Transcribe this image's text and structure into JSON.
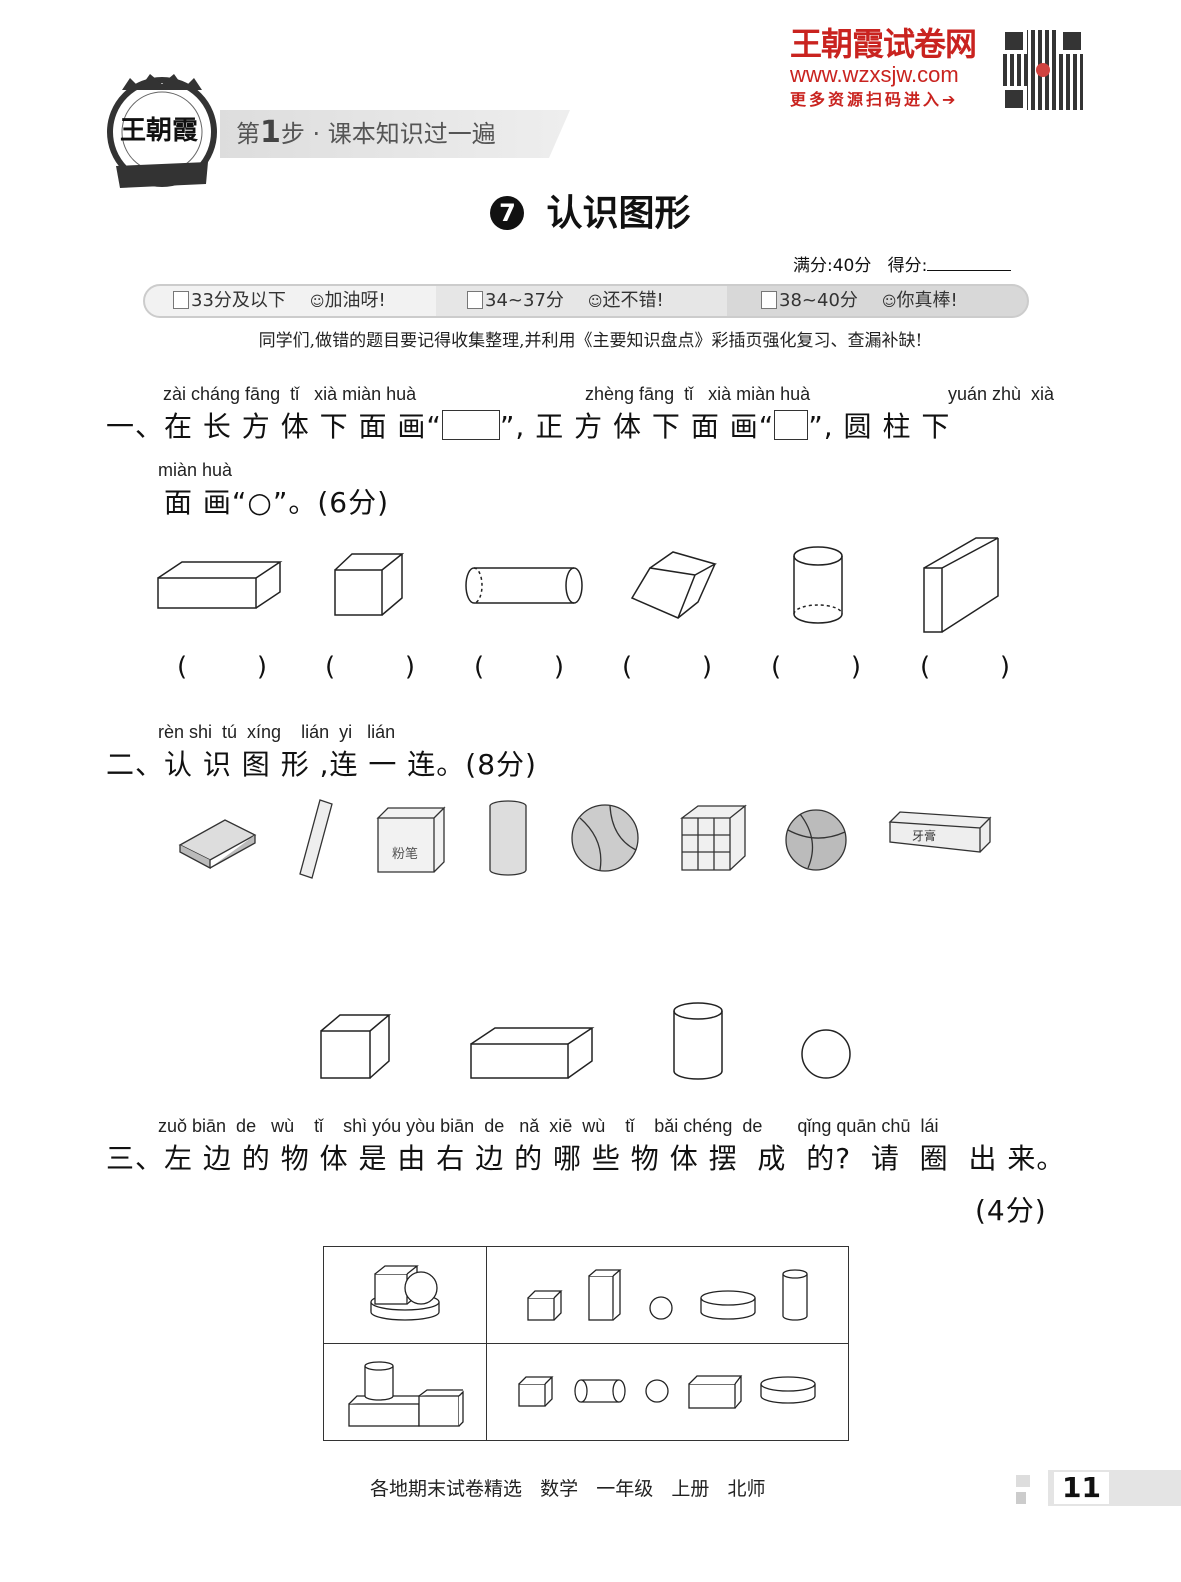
{
  "header": {
    "brand_name": "王朝霞试卷网",
    "brand_url": "www.wzxsjw.com",
    "brand_cta": "更多资源扫码进入➔",
    "logo_text": "王朝霞",
    "step_prefix": "第",
    "step_number": "1",
    "step_suffix": "步 · 课本知识过一遍",
    "brand_color": "#c9231f"
  },
  "title": {
    "number": "7",
    "text": "认识图形"
  },
  "score": {
    "full": "满分:40分",
    "got": "得分:"
  },
  "levels": [
    {
      "range": "33分及以下",
      "msg": "加油呀!"
    },
    {
      "range": "34~37分",
      "msg": "还不错!"
    },
    {
      "range": "38~40分",
      "msg": "你真棒!"
    }
  ],
  "notice": "同学们,做错的题目要记得收集整理,并利用《主要知识盘点》彩插页强化复习、查漏补缺!",
  "q1": {
    "pinyin1": "zài cháng fāng  tǐ   xià miàn huà",
    "pinyin2": "zhèng fāng  tǐ   xià miàn huà",
    "pinyin3": "yuán zhù  xià",
    "text_a": "一、在 长 方 体 下 面 画“",
    "text_b": "”, 正 方 体 下 面 画“",
    "text_c": "”, 圆 柱 下",
    "pinyin4": "miàn huà",
    "text_d": "面 画“○”。(6分)",
    "paren_open": "(",
    "paren_close": ")"
  },
  "q2": {
    "pinyin": "rèn shi  tú  xíng    lián  yi   lián",
    "text": "二、认 识 图 形 ,连 一 连。(8分)",
    "labels": {
      "chalk": "粉笔",
      "toothpaste": "牙膏"
    }
  },
  "q3": {
    "pinyin": "zuǒ biān  de   wù    tǐ    shì yóu yòu biān  de   nǎ  xiē  wù    tǐ    bǎi chéng  de       qǐng quān chū  lái",
    "text": "三、左 边 的 物 体 是 由 右 边 的 哪 些 物 体 摆  成  的?  请  圈  出 来。",
    "points": "(4分)"
  },
  "footer": {
    "text": "各地期末试卷精选   数学   一年级   上册   北师",
    "page": "11"
  }
}
